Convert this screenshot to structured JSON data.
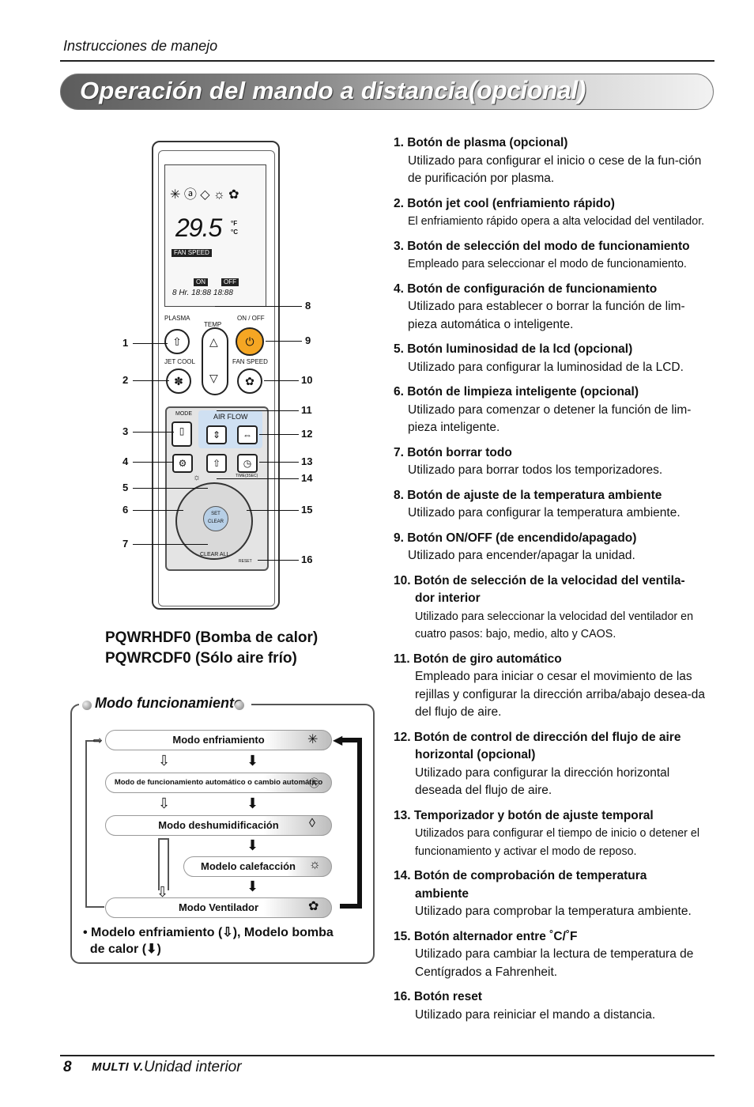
{
  "header": {
    "section_label": "Instrucciones de manejo",
    "title_main": "Operación del mando a distancia",
    "title_optional": "(opcional)"
  },
  "remote": {
    "lcd_temp": "29.5",
    "lcd_unit_f": "°F",
    "lcd_unit_c": "°C",
    "fan_speed": "FAN SPEED",
    "on": "ON",
    "off": "OFF",
    "timer": "8 Hr. 18:88 18:88",
    "plasma": "PLASMA",
    "temp": "TEMP",
    "onoff": "ON / OFF",
    "jetcool": "JET COOL",
    "fanspeed": "FAN SPEED",
    "mode": "MODE",
    "airflow": "AIR FLOW",
    "time": "TIME(3SEC)",
    "set": "SET",
    "clear": "CLEAR",
    "clear_all": "CLEAR ALL",
    "reset": "RESET",
    "callouts": [
      "1",
      "2",
      "3",
      "4",
      "5",
      "6",
      "7",
      "8",
      "9",
      "10",
      "11",
      "12",
      "13",
      "14",
      "15",
      "16"
    ]
  },
  "models": {
    "line1": "PQWRHDF0 (Bomba de calor)",
    "line2": "PQWRCDF0 (Sólo aire frío)"
  },
  "modo": {
    "title": "Modo funcionamiento",
    "modes": [
      "Modo enfriamiento",
      "Modo de funcionamiento automático o cambio automático",
      "Modo deshumidificación",
      "Modelo calefacción",
      "Modo Ventilador"
    ],
    "note_a": "• Modelo enfriamiento (",
    "note_b": "), Modelo bomba",
    "note_c": "de calor (",
    "note_d": ")"
  },
  "items": [
    {
      "h": "1. Botón de plasma (opcional)",
      "d": "Utilizado para configurar el inicio o cese de la fun-ción de purificación por plasma."
    },
    {
      "h": "2. Botón jet cool (enfriamiento rápido)",
      "d": "El enfriamiento rápido opera a alta velocidad del ventilador."
    },
    {
      "h": "3. Botón de selección del modo de funcionamiento",
      "d": "Empleado para seleccionar el modo de funcionamiento."
    },
    {
      "h": "4. Botón de configuración de funcionamiento",
      "d": "Utilizado para establecer o borrar la función de lim-pieza automática o inteligente."
    },
    {
      "h": "5. Botón luminosidad de la lcd (opcional)",
      "d": "Utilizado para configurar la luminosidad de la LCD."
    },
    {
      "h": "6. Botón de limpieza inteligente (opcional)",
      "d": "Utilizado para comenzar o detener la función de lim-pieza inteligente."
    },
    {
      "h": "7. Botón borrar todo",
      "d": "Utilizado para borrar todos los temporizadores."
    },
    {
      "h": "8. Botón de ajuste de la temperatura ambiente",
      "d": "Utilizado para configurar la temperatura ambiente."
    },
    {
      "h": "9. Botón ON/OFF (de encendido/apagado)",
      "d": "Utilizado para encender/apagar la unidad."
    },
    {
      "h": "10. Botón de selección de la velocidad del ventila-",
      "h2": "dor interior",
      "d": "Utilizado para seleccionar la velocidad del ventilador en cuatro pasos: bajo, medio, alto y CAOS."
    },
    {
      "h": "11. Botón de giro automático",
      "d": "Empleado para iniciar o cesar el movimiento de las rejillas y configurar la dirección arriba/abajo desea-da del flujo de aire."
    },
    {
      "h": "12. Botón de control de dirección del flujo de aire",
      "h2": "horizontal (opcional)",
      "d": "Utilizado para configurar la dirección horizontal deseada del flujo de aire."
    },
    {
      "h": "13. Temporizador y botón de ajuste temporal",
      "d": "Utilizados para configurar el tiempo de inicio o detener el funcionamiento y activar el modo de reposo."
    },
    {
      "h": "14. Botón de comprobación de temperatura",
      "h2": "ambiente",
      "d": "Utilizado para comprobar la temperatura ambiente."
    },
    {
      "h": "15. Botón alternador entre ˚C/˚F",
      "d": "Utilizado para cambiar la lectura de temperatura de Centígrados a Fahrenheit."
    },
    {
      "h": "16. Botón reset",
      "d": "Utilizado para reiniciar el mando a distancia."
    }
  ],
  "footer": {
    "page_number": "8",
    "logo": "MULTI V.",
    "text": "Unidad interior"
  }
}
